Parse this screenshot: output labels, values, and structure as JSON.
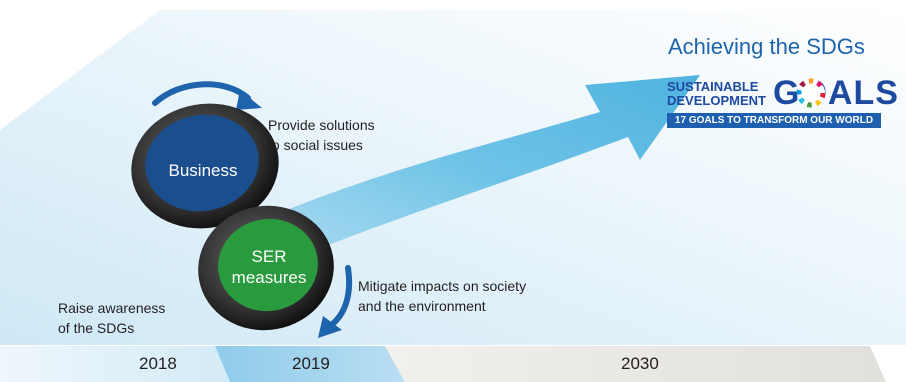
{
  "headline": "Achieving the SDGs",
  "sdg_logo": {
    "line1": "SUSTAINABLE",
    "line2": "DEVELOPMENT",
    "goals_word": "GOALS",
    "tagline": "17 GOALS TO TRANSFORM OUR WORLD"
  },
  "wheels": {
    "business": "Business",
    "ser_line1": "SER",
    "ser_line2": "measures"
  },
  "notes": {
    "provide_line1": "Provide solutions",
    "provide_line2": "to social issues",
    "mitigate_line1": "Mitigate impacts on society",
    "mitigate_line2": "and the environment",
    "awareness_line1": "Raise awareness",
    "awareness_line2": "of the SDGs"
  },
  "timeline": [
    "2018",
    "2019",
    "2030"
  ],
  "colors": {
    "arrow": "#5ab8e0",
    "business_wheel": "#1b4e8c",
    "ser_wheel": "#2a9a3e",
    "rotation_arrow": "#1d64ad",
    "headline": "#1d64ad"
  }
}
